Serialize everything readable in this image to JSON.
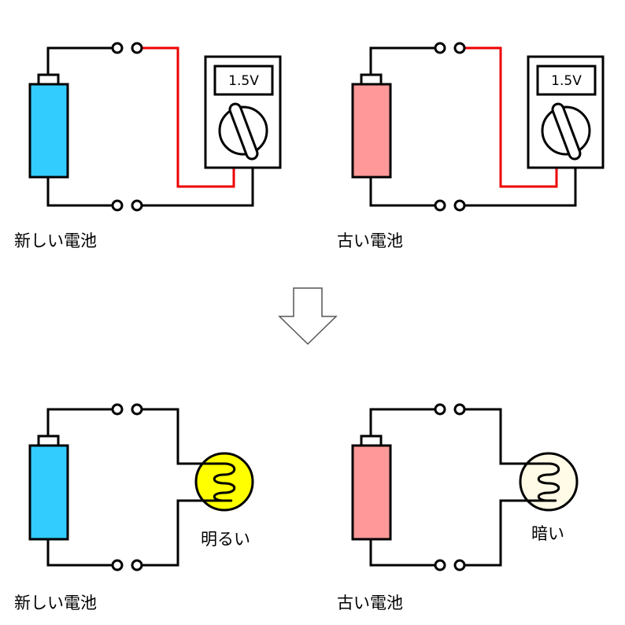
{
  "colors": {
    "new_battery": "#33ccff",
    "old_battery": "#ff9999",
    "bulb_bright": "#ffff00",
    "bulb_dim": "#fffbe6",
    "probe_wire": "#e00000",
    "wire": "#000000"
  },
  "top": {
    "left": {
      "label": "新しい電池",
      "meter_reading": "1.5V"
    },
    "right": {
      "label": "古い電池",
      "meter_reading": "1.5V"
    }
  },
  "arrow": {
    "icon": "down-arrow-icon"
  },
  "bottom": {
    "left": {
      "label": "新しい電池",
      "bulb_label": "明るい"
    },
    "right": {
      "label": "古い電池",
      "bulb_label": "暗い"
    }
  }
}
